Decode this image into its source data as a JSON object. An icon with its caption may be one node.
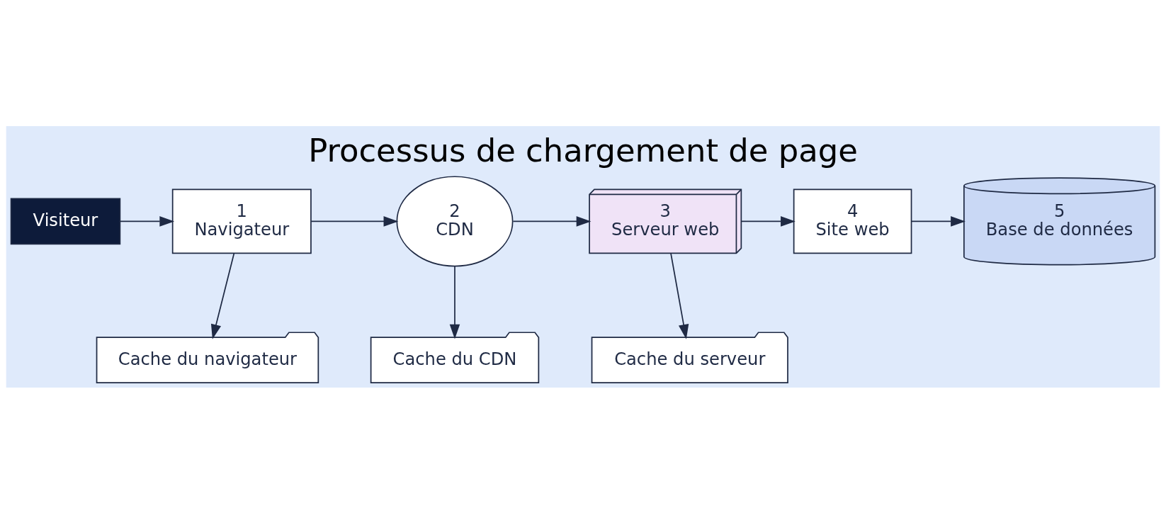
{
  "diagram": {
    "title": "Processus de chargement de page",
    "nodes": [
      {
        "text": [
          "Visiteur"
        ]
      },
      {
        "text": [
          "1",
          "Navigateur"
        ]
      },
      {
        "text": [
          "2",
          "CDN"
        ]
      },
      {
        "text": [
          "3",
          "Serveur web"
        ]
      },
      {
        "text": [
          "4",
          "Site web"
        ]
      },
      {
        "text": [
          "5",
          "Base de données"
        ]
      },
      {
        "text": [
          "Cache du navigateur"
        ]
      },
      {
        "text": [
          "Cache du CDN"
        ]
      },
      {
        "text": [
          "Cache du serveur"
        ]
      }
    ],
    "edges": [
      {
        "from": 0,
        "to": 1,
        "arrow": "to"
      },
      {
        "from": 1,
        "to": 2,
        "arrow": "to"
      },
      {
        "from": 2,
        "to": 3,
        "arrow": "to"
      },
      {
        "from": 3,
        "to": 4,
        "arrow": "to"
      },
      {
        "from": 4,
        "to": 5,
        "arrow": "to"
      },
      {
        "from": 1,
        "to": 6,
        "arrow": "to"
      },
      {
        "from": 2,
        "to": 7,
        "arrow": "to"
      },
      {
        "from": 3,
        "to": 8,
        "arrow": "to"
      }
    ]
  }
}
